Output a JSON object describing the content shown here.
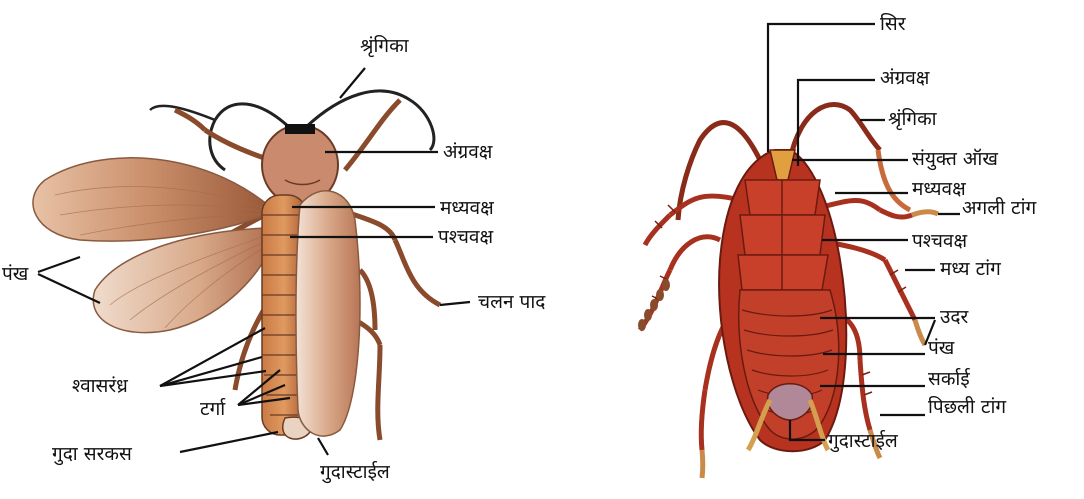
{
  "left_diagram": {
    "labels": {
      "antenna": "श्रृंगिका",
      "prothorax": "अंग्रवक्ष",
      "mesothorax": "मध्यवक्ष",
      "metathorax": "पश्चवक्ष",
      "wings": "पंख",
      "walking_leg": "चलन पाद",
      "spiracles": "श्वासरंध्र",
      "terga": "टर्गा",
      "anal_cercus": "गुदा सरकस",
      "anal_style": "गुदास्टाईल"
    }
  },
  "right_diagram": {
    "labels": {
      "head": "सिर",
      "prothorax": "अंग्रवक्ष",
      "antenna": "श्रृंगिका",
      "compound_eye": "संयुक्त ऑख",
      "mesothorax": "मध्यवक्ष",
      "fore_leg": "अगली टांग",
      "metathorax": "पश्चवक्ष",
      "middle_leg": "मध्य टांग",
      "abdomen": "उदर",
      "wing": "पंख",
      "cercus": "सर्काई",
      "hind_leg": "पिछली टांग",
      "anal_style": "गुदास्टाईल"
    }
  },
  "colors": {
    "wing_brown": "#c98e6a",
    "body_left": "#b8693a",
    "body_right": "#b8331f",
    "leg_brown": "#8a4a2c"
  }
}
